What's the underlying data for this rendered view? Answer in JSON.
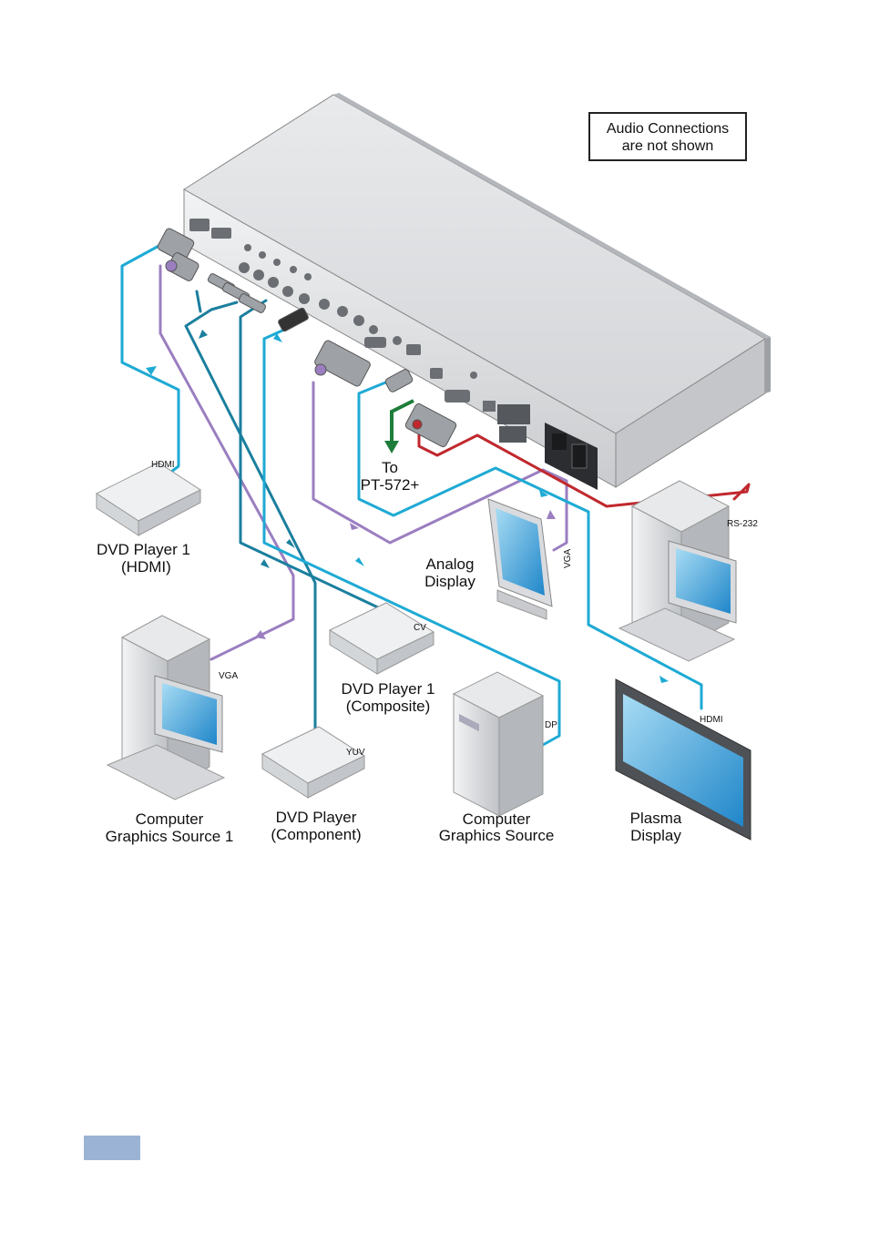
{
  "note": {
    "line1": "Audio Connections",
    "line2": "are not shown"
  },
  "devices": {
    "dvd_hdmi": {
      "line1": "DVD Player 1",
      "line2": "(HDMI)",
      "port": "HDMI"
    },
    "computer_src1": {
      "line1": "Computer",
      "line2": "Graphics Source 1",
      "port": "VGA"
    },
    "dvd_component": {
      "line1": "DVD Player",
      "line2": "(Component)",
      "port": "YUV"
    },
    "dvd_composite": {
      "line1": "DVD Player 1",
      "line2": "(Composite)",
      "port": "CV"
    },
    "computer_dp": {
      "line1": "Computer",
      "line2": "Graphics Source",
      "port": "DP"
    },
    "analog_display": {
      "line1": "Analog",
      "line2": "Display",
      "port": "VGA"
    },
    "plasma_display": {
      "line1": "Plasma",
      "line2": "Display",
      "port": "HDMI"
    },
    "control_pc": {
      "port": "RS-232"
    },
    "pt572": {
      "line1": "To",
      "line2": "PT-572+"
    }
  },
  "colors": {
    "hdmi": "#1eaad4",
    "vga": "#9b7ec0",
    "component": "#1b7f9e",
    "rs232": "#c0282d",
    "pt572": "#1e7d3a"
  }
}
